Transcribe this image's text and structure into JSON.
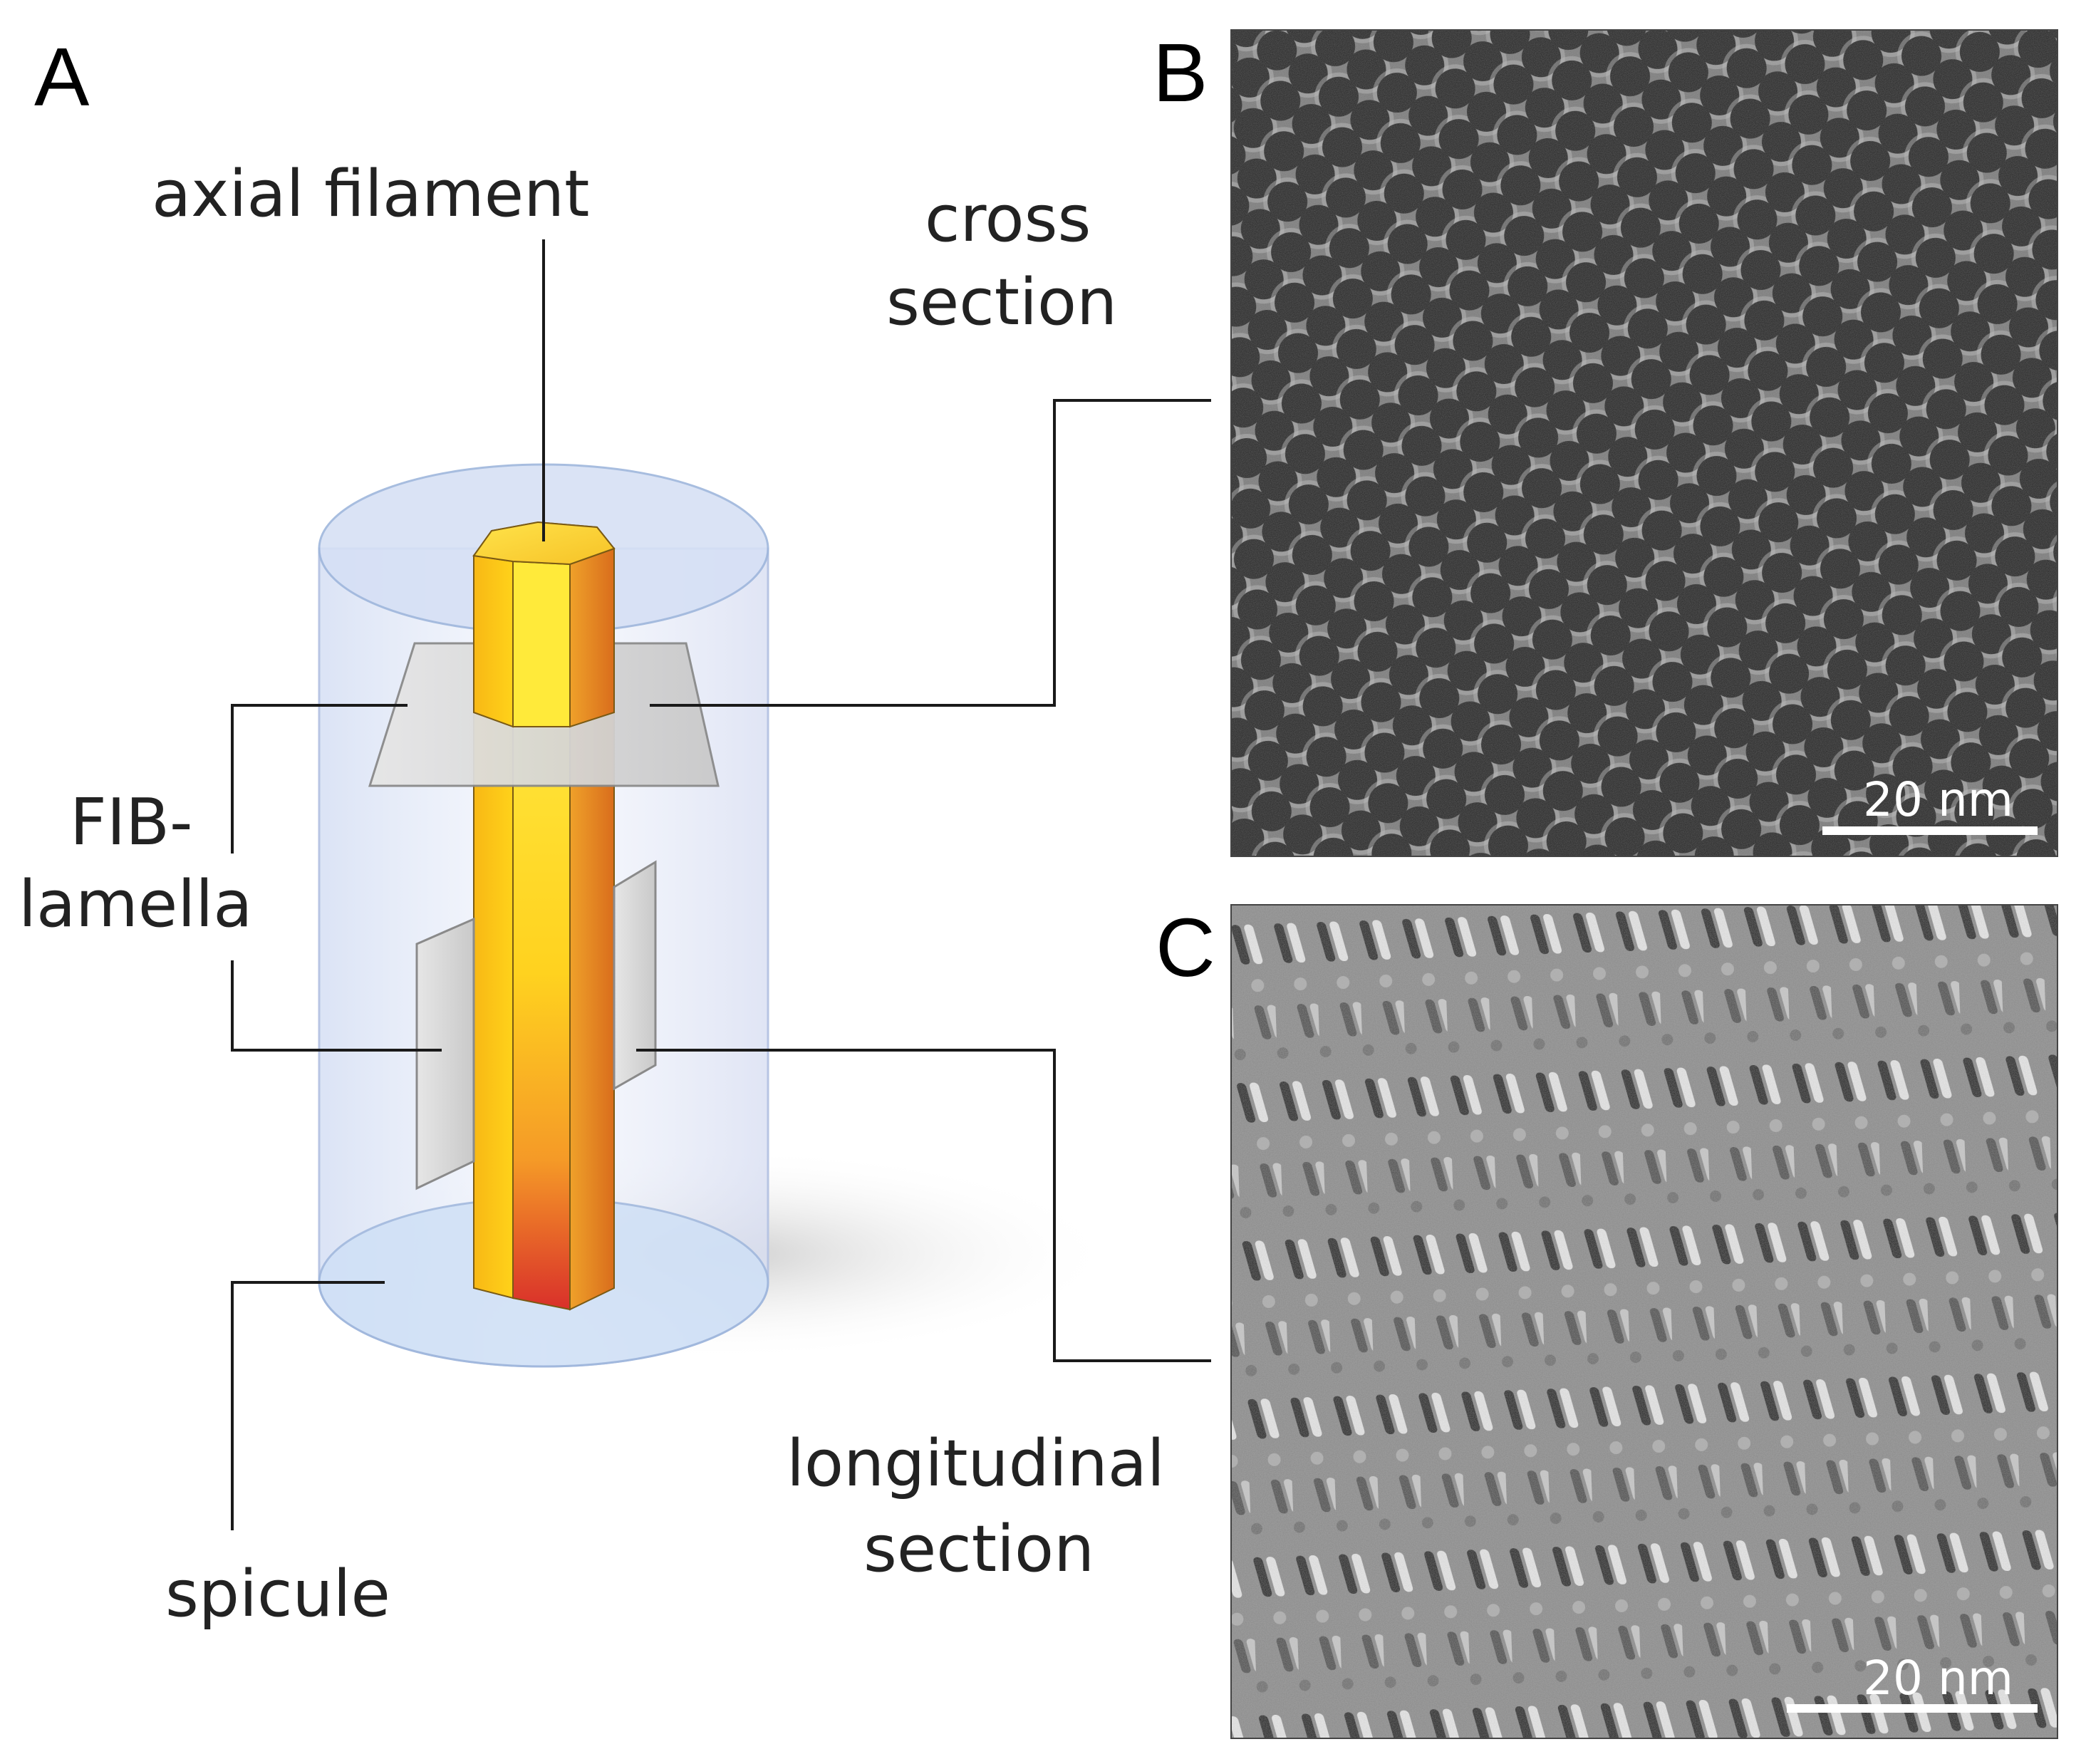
{
  "panels": {
    "a": {
      "letter": "A"
    },
    "b": {
      "letter": "B",
      "scale_bar": "20 nm"
    },
    "c": {
      "letter": "C",
      "scale_bar": "20 nm"
    }
  },
  "labels": {
    "axial_filament": "axial filament",
    "cross_section_line1": "cross",
    "cross_section_line2": "section",
    "fib_line1": "FIB-",
    "fib_line2": "lamella",
    "spicule": "spicule",
    "longitudinal_line1": "longitudinal",
    "longitudinal_line2": "section"
  },
  "colors": {
    "filament_light": "#ffe83a",
    "filament_mid": "#f9c21c",
    "filament_dark": "#e07a1e",
    "filament_tip_red": "#d9302a",
    "spicule_fill": "#dde6f7",
    "lamella_fill": "#d8d8d8",
    "micrograph_dark": "#1c1c1c",
    "micrograph_grey": "#6e6e6e"
  }
}
